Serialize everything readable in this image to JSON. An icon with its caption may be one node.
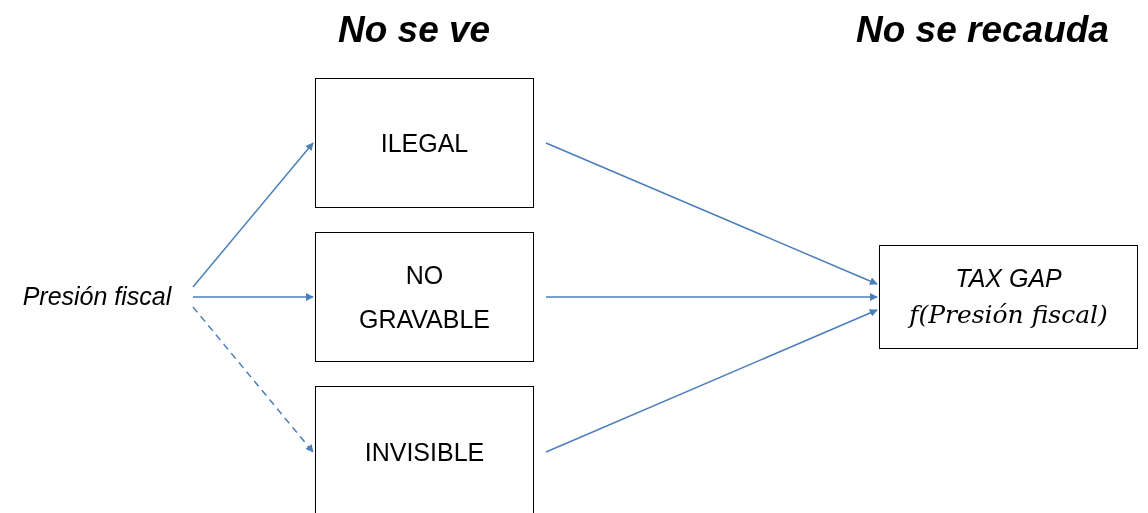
{
  "diagram": {
    "nodes": [
      {
        "text": [
          "Presión fiscal"
        ]
      },
      {
        "text": [
          "ILEGAL"
        ]
      },
      {
        "text": [
          "NO GRAVABLE"
        ]
      },
      {
        "text": [
          "INVISIBLE"
        ]
      },
      {
        "text": [
          "TAX GAP",
          "f(Presión fiscal)"
        ]
      }
    ],
    "edges": [
      {
        "from": 0,
        "to": 1,
        "arrow": "to"
      },
      {
        "from": 0,
        "to": 2,
        "arrow": "to"
      },
      {
        "from": 0,
        "to": 3,
        "arrow": "to",
        "style": "dashed"
      },
      {
        "from": 1,
        "to": 4,
        "arrow": "to"
      },
      {
        "from": 2,
        "to": 4,
        "arrow": "to"
      },
      {
        "from": 3,
        "to": 4,
        "arrow": "to"
      }
    ],
    "labels": [
      "No se ve",
      "No se recauda"
    ]
  }
}
